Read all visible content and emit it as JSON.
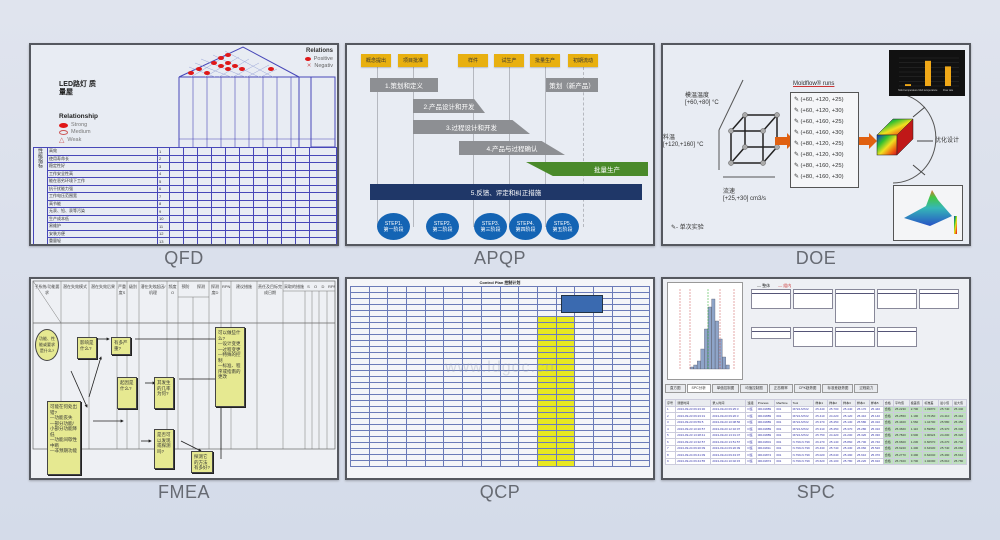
{
  "panels": {
    "qfd": {
      "caption": "QFD",
      "title": "LED路灯 质量屋",
      "legend_title": "Relationship",
      "legend": [
        "Strong",
        "Medium",
        "Weak"
      ],
      "relations_title": "Relations",
      "relations": [
        "Positive",
        "Negativ"
      ],
      "row_group": "性能指标",
      "rows": [
        {
          "no": "1",
          "name": "高效"
        },
        {
          "no": "2",
          "name": "使用寿命长"
        },
        {
          "no": "3",
          "name": "稳定性好"
        },
        {
          "no": "4",
          "name": "工作安全性高"
        },
        {
          "no": "5",
          "name": "能在恶劣环境下工作"
        },
        {
          "no": "6",
          "name": "抗干扰能力强"
        },
        {
          "no": "7",
          "name": "工作电压范围宽"
        },
        {
          "no": "8",
          "name": "高节能"
        },
        {
          "no": "9",
          "name": "无汞、铅、汞等污染"
        },
        {
          "no": "10",
          "name": "生产成本低"
        },
        {
          "no": "11",
          "name": "易维护"
        },
        {
          "no": "12",
          "name": "安装方便"
        },
        {
          "no": "13",
          "name": "重量轻"
        }
      ]
    },
    "apqp": {
      "caption": "APQP",
      "milestones": [
        "概念提出",
        "项目批准",
        "样件",
        "试生产",
        "批量生产",
        "初期流动"
      ],
      "phases": [
        "1.策划和定义",
        "2.产品设计和开发",
        "3.过程设计和开发",
        "4.产品与过程确认",
        "批量生产",
        "5.反馈、评定和纠正措施",
        "策划（新产品）"
      ],
      "steps": [
        {
          "label": "STEP1.",
          "sub": "第一阶段"
        },
        {
          "label": "STEP2.",
          "sub": "第二阶段"
        },
        {
          "label": "STEP3.",
          "sub": "第三阶段"
        },
        {
          "label": "STEP4.",
          "sub": "第四阶段"
        },
        {
          "label": "STEP5.",
          "sub": "第五阶段"
        }
      ],
      "colors": {
        "milestone": "#e8b010",
        "phase": "#8d8f93",
        "production": "#4a8a2a",
        "feedback": "#1f3768",
        "step": "#1464b4"
      }
    },
    "doe": {
      "caption": "DOE",
      "mold_temp_label": "模温温度",
      "mold_temp_range": "[+60,+80] °C",
      "material_temp_label": "料温",
      "material_temp_range": "[+120,+160] °C",
      "flow_label": "流速",
      "flow_range": "[+25,+30] cm3/s",
      "runs_title": "Moldflow® runs",
      "runs": [
        "(+60, +120, +25)",
        "(+60, +120, +30)",
        "(+60, +160, +25)",
        "(+60, +160, +30)",
        "(+80, +120, +25)",
        "(+80, +120, +30)",
        "(+80, +160, +25)",
        "(+80, +160, +30)"
      ],
      "optimize_label": "优化设计",
      "legend_label": "- 单次实验",
      "chart_data": {
        "type": "bar",
        "title": "",
        "categories": [
          "Mold temperature",
          "Melt temperature",
          "Flow rate"
        ],
        "values": [
          4,
          54,
          42
        ],
        "ylim": [
          0,
          60
        ]
      }
    },
    "fmea": {
      "caption": "FMEA",
      "headers": [
        "子系统/功能要求",
        "潜在失效模式",
        "潜在失效后果",
        "严重度S",
        "级别",
        "潜在失效起因/机理",
        "频度O",
        "现行控制",
        "预防",
        "探测",
        "探测度D",
        "RPN",
        "建议措施",
        "责任及目标完成日期",
        "措施结果",
        "采取的措施",
        "S",
        "O",
        "D",
        "RPN"
      ],
      "boxes": {
        "function": "功能、性能或要求是什么?",
        "failure": "可能在何处出错?\n—功能丧失\n—部分功能/小部分功能降低\n—功能间歇性中断\n—非预期功能",
        "effect": "影响是什么?",
        "severity": "有多严重?",
        "cause": "起因是什么?",
        "occurrence": "其发生的几率为何?",
        "detection": "是否可以发现或探测吗?",
        "method": "探测它的方法有多好?",
        "action": "可以做些什么?\n—设计变更\n—过程变更\n—特殊的控制\n—标准、程序或指南的更改"
      }
    },
    "qcp": {
      "caption": "QCP",
      "title": "Control Plan 控制计划",
      "watermark": "www.ldgdc.cn"
    },
    "spc": {
      "caption": "SPC",
      "legend": [
        "整体",
        "组内"
      ],
      "tabs": [
        "直方图",
        "SPC分析",
        "单值控制图",
        "均值控制图",
        "正态概率",
        "CPK趋势图",
        "标准差趋势图",
        "过程能力"
      ],
      "columns": [
        "序号",
        "测量时间",
        "录入时间",
        "班组",
        "Process",
        "Machine",
        "Tool",
        "样本1",
        "样本2",
        "样本3",
        "样本4",
        "样本5",
        "合格",
        "平均值",
        "极差值",
        "标准差",
        "最小值",
        "最大值"
      ],
      "rows": [
        [
          "1",
          "2013-09-23 09:23:30",
          "2013-09-23 09:25:3",
          "D班",
          "00101889",
          "001",
          "M722-M722",
          "25.440",
          "25.700",
          "25.440",
          "25.170",
          "25.440",
          "合格",
          "25.2230",
          "2.700",
          "1.03870",
          "25.740",
          "25.440"
        ],
        [
          "2",
          "2013-09-23 09:23:31",
          "2013-09-23 09:26:3",
          "D班",
          "00101889",
          "001",
          "M722-M722",
          "25.410",
          "24.220",
          "25.120",
          "25.410",
          "25.140",
          "合格",
          "25.2550",
          "1.190",
          "0.76150",
          "24.410",
          "25.410"
        ],
        [
          "3",
          "2013-09-23 09:59:5",
          "2013-09-23 10:08:56",
          "D班",
          "00101889",
          "001",
          "M722-M722",
          "25.370",
          "25.450",
          "25.130",
          "25.580",
          "26.310",
          "合格",
          "25.4400",
          "1.560",
          "1.44700",
          "25.580",
          "25.450"
        ],
        [
          "4",
          "2013-09-23 10:20:57",
          "2013-09-23 12:32:07",
          "D班",
          "00101889",
          "001",
          "M722-M722",
          "25.310",
          "25.450",
          "25.370",
          "25.280",
          "25.310",
          "合格",
          "25.3660",
          "1.110",
          "0.59850",
          "25.370",
          "25.330"
        ],
        [
          "5",
          "2013-09-23 13:28:41",
          "2013-09-23 13:31:47",
          "D班",
          "00101889",
          "001",
          "M722-M722",
          "25.750",
          "24.420",
          "24.200",
          "25.320",
          "25.330",
          "合格",
          "25.7820",
          "3.900",
          "1.00924",
          "24.200",
          "25.320"
        ],
        [
          "6",
          "2013-09-23 13:32:57",
          "2013-09-23 13:51:57",
          "D班",
          "00101801",
          "001",
          "N.799-N.799",
          "26.270",
          "25.140",
          "25.860",
          "25.700",
          "26.740",
          "合格",
          "25.6600",
          "1.230",
          "0.60570",
          "26.270",
          "26.740"
        ],
        [
          "7",
          "2013-09-24 09:20:09",
          "2013-09-24 09:20:09",
          "D班",
          "00101811",
          "001",
          "N.799-N.799",
          "25.430",
          "25.740",
          "25.430",
          "26.060",
          "25.520",
          "合格",
          "25.6220",
          "1.400",
          "0.64930",
          "25.740",
          "26.060"
        ],
        [
          "8",
          "2013-09-24 09:41:09",
          "2013-09-24 09:43:07",
          "D班",
          "00101874",
          "001",
          "N.799-N.799",
          "25.020",
          "25.040",
          "25.490",
          "25.610",
          "25.370",
          "合格",
          "25.2770",
          "3.490",
          "0.62040",
          "25.490",
          "25.610"
        ],
        [
          "9",
          "2013-09-24 09:44:55",
          "2013-09-24 10:02:15",
          "D班",
          "00101874",
          "001",
          "N.799-N.799",
          "25.620",
          "26.100",
          "25.780",
          "26.220",
          "25.910",
          "合格",
          "25.7400",
          "3.700",
          "1.02090",
          "25.610",
          "25.780"
        ]
      ]
    }
  }
}
